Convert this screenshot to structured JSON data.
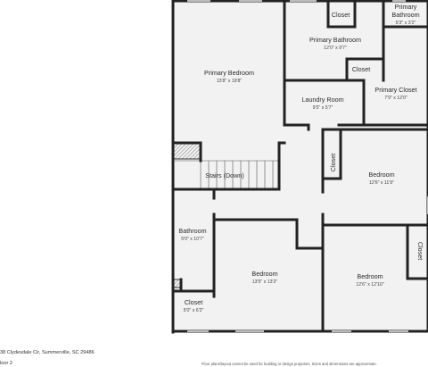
{
  "rooms": {
    "primary_bedroom": {
      "name": "Primary Bedroom",
      "dims": "13'8\" x 19'8\""
    },
    "closet_top": {
      "name": "Closet"
    },
    "primary_bathroom_small": {
      "line1": "Primary",
      "line2": "Bathroom",
      "dims": "5'3\" x 3'2\""
    },
    "primary_bathroom": {
      "name": "Primary Bathroom",
      "dims": "12'0\" x 9'7\""
    },
    "closet_mid": {
      "name": "Closet"
    },
    "laundry": {
      "name": "Laundry Room",
      "dims": "9'5\" x 5'7\""
    },
    "primary_closet": {
      "name": "Primary Closet",
      "dims": "7'9\" x 12'0\""
    },
    "stairs": {
      "name": "Stairs (Down)"
    },
    "closet_vertical": {
      "name": "Closet"
    },
    "bedroom_right": {
      "name": "Bedroom",
      "dims": "12'6\" x 11'9\""
    },
    "bathroom": {
      "name": "Bathroom",
      "dims": "5'0\" x 10'7\""
    },
    "bedroom_center": {
      "name": "Bedroom",
      "dims": "13'5\" x 13'2\""
    },
    "closet_bottom_left": {
      "name": "Closet",
      "dims": "5'0\" x 6'2\""
    },
    "bedroom_bottom_right": {
      "name": "Bedroom",
      "dims": "12'6\" x 12'10\""
    },
    "closet_right_vertical": {
      "name": "Closet"
    }
  },
  "footer": {
    "address": "38 Clydesdale Cir, Summerville, SC 29486",
    "floor": "loor 2",
    "disclaimer": "Floor plans/layout cannot be used for building or design purposes. Sizes and dimensions are approximate."
  }
}
